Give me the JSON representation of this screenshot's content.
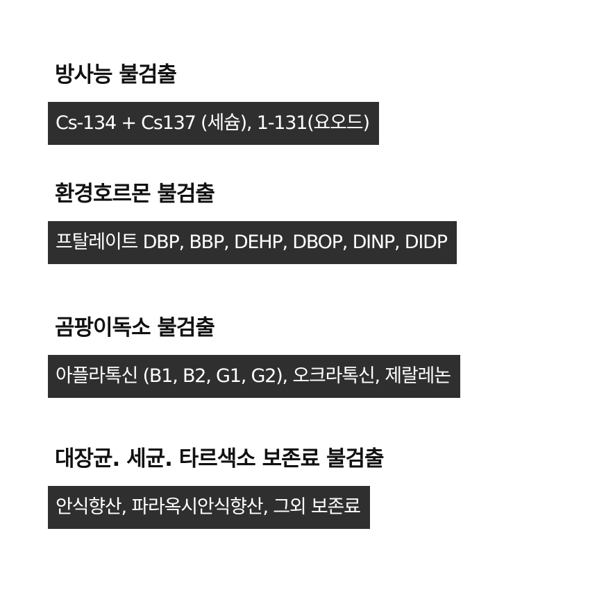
{
  "sections": [
    {
      "heading": "방사능 불검출",
      "tag": "Cs-134 + Cs137 (세슘), 1-131(요오드)"
    },
    {
      "heading": "환경호르몬 불검출",
      "tag": "프탈레이트 DBP, BBP, DEHP, DBOP, DINP, DIDP"
    },
    {
      "heading": "곰팡이독소 불검출",
      "tag": "아플라톡신 (B1, B2, G1, G2), 오크라톡신, 제랄레논"
    },
    {
      "heading": "대장균. 세균. 타르색소 보존료 불검출",
      "tag": "안식향산, 파라옥시안식향산, 그외 보존료"
    }
  ],
  "colors": {
    "heading_text": "#111111",
    "tag_background": "#2f2f2f",
    "tag_text": "#ffffff",
    "page_background": "#ffffff"
  }
}
